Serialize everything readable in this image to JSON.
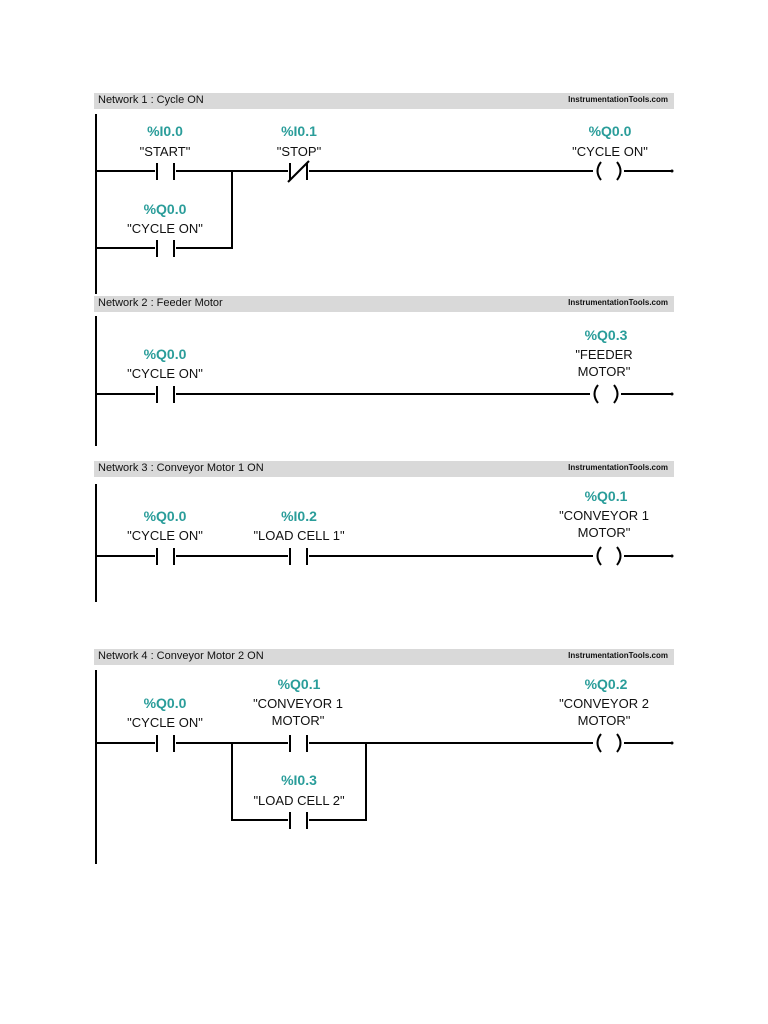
{
  "brand": "InstrumentationTools.com",
  "accent_color": "#2a9d9a",
  "networks": [
    {
      "title": "Network 1 : Cycle ON",
      "elements": [
        {
          "kind": "contact-no",
          "address": "%I0.0",
          "symbol": [
            "\"START\""
          ]
        },
        {
          "kind": "contact-nc",
          "address": "%I0.1",
          "symbol": [
            "\"STOP\""
          ]
        },
        {
          "kind": "coil",
          "address": "%Q0.0",
          "symbol": [
            "\"CYCLE ON\""
          ]
        },
        {
          "kind": "contact-no",
          "address": "%Q0.0",
          "symbol": [
            "\"CYCLE ON\""
          ],
          "branch": "parallel-seal-in"
        }
      ]
    },
    {
      "title": "Network 2 : Feeder Motor",
      "elements": [
        {
          "kind": "contact-no",
          "address": "%Q0.0",
          "symbol": [
            "\"CYCLE ON\""
          ]
        },
        {
          "kind": "coil",
          "address": "%Q0.3",
          "symbol": [
            "\"FEEDER",
            "MOTOR\""
          ]
        }
      ]
    },
    {
      "title": "Network 3 : Conveyor Motor 1 ON",
      "elements": [
        {
          "kind": "contact-no",
          "address": "%Q0.0",
          "symbol": [
            "\"CYCLE ON\""
          ]
        },
        {
          "kind": "contact-no",
          "address": "%I0.2",
          "symbol": [
            "\"LOAD CELL 1\""
          ]
        },
        {
          "kind": "coil",
          "address": "%Q0.1",
          "symbol": [
            "\"CONVEYOR 1",
            "MOTOR\""
          ]
        }
      ]
    },
    {
      "title": "Network 4 : Conveyor Motor 2 ON",
      "elements": [
        {
          "kind": "contact-no",
          "address": "%Q0.0",
          "symbol": [
            "\"CYCLE ON\""
          ]
        },
        {
          "kind": "contact-no",
          "address": "%Q0.1",
          "symbol": [
            "\"CONVEYOR 1",
            "MOTOR\""
          ]
        },
        {
          "kind": "contact-no",
          "address": "%I0.3",
          "symbol": [
            "\"LOAD CELL 2\""
          ],
          "branch": "parallel"
        },
        {
          "kind": "coil",
          "address": "%Q0.2",
          "symbol": [
            "\"CONVEYOR 2",
            "MOTOR\""
          ]
        }
      ]
    }
  ]
}
